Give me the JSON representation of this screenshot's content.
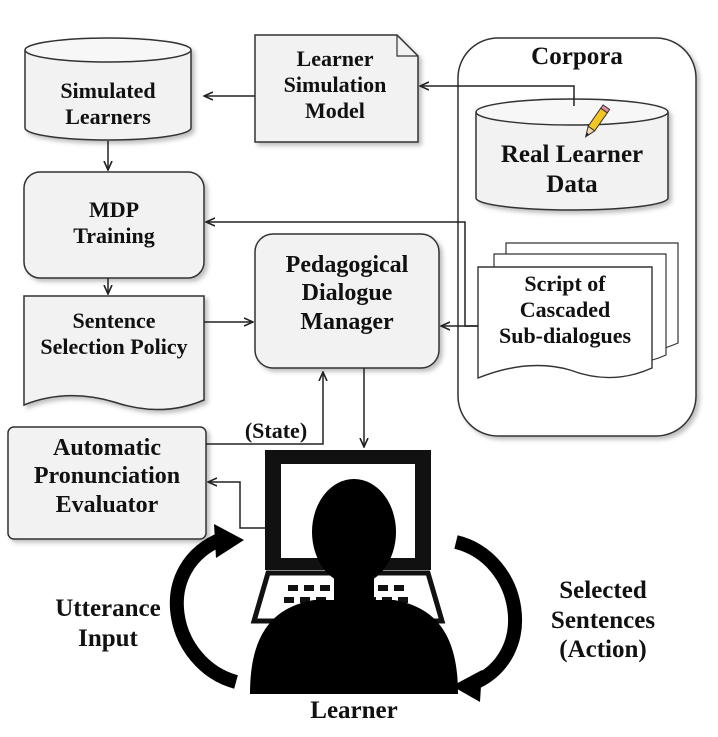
{
  "nodes": {
    "simulated_learners": [
      "Simulated",
      "Learners"
    ],
    "learner_simulation_model": [
      "Learner",
      "Simulation",
      "Model"
    ],
    "corpora": "Corpora",
    "real_learner_data": [
      "Real Learner",
      "Data"
    ],
    "mdp_training": [
      "MDP",
      "Training"
    ],
    "pedagogical_dialogue_manager": [
      "Pedagogical",
      "Dialogue",
      "Manager"
    ],
    "script_of_cascaded_subdialogues": [
      "Script of",
      "Cascaded",
      "Sub-dialogues"
    ],
    "sentence_selection_policy": [
      "Sentence",
      "Selection Policy"
    ],
    "automatic_pronunciation_evaluator": [
      "Automatic",
      "Pronunciation",
      "Evaluator"
    ],
    "learner": "Learner"
  },
  "edge_labels": {
    "state": "(State)",
    "utterance_input": [
      "Utterance",
      "Input"
    ],
    "selected_sentences": [
      "Selected",
      "Sentences",
      "(Action)"
    ]
  },
  "icons": [
    "pencil-icon",
    "computer-monitor-icon",
    "keyboard-icon",
    "person-silhouette-icon"
  ],
  "colors": {
    "box_fill": "#f2f2f2",
    "stroke": "#333333",
    "text": "#111111",
    "silhouette": "#000000"
  }
}
